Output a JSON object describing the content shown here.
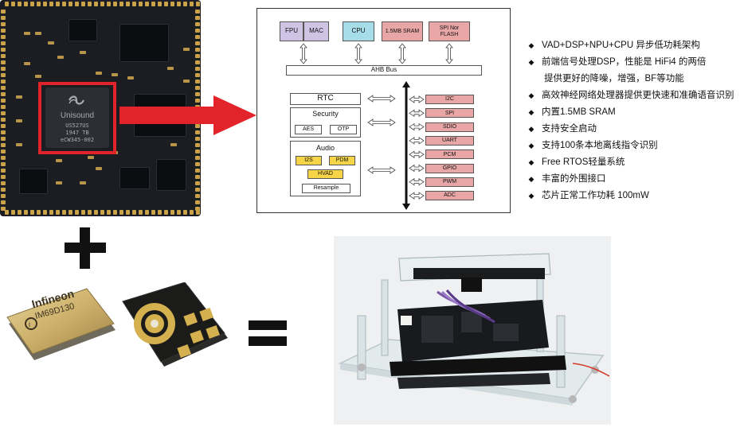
{
  "colors": {
    "highlight": "#e2232a",
    "block_purple": "#cfc4e3",
    "block_cyan": "#a6dde8",
    "block_pink": "#e8a6a6",
    "block_yellow": "#f5d447"
  },
  "module": {
    "chip_logo": "unisound-logo-icon",
    "chip_brand": "Unisound",
    "chip_part": "US527US",
    "chip_line2": "1947 TB",
    "chip_line3": "eCW345-002"
  },
  "diagram": {
    "top_blocks": {
      "fpu": "FPU",
      "mac": "MAC",
      "cpu": "CPU",
      "sram": "1.5MB SRAM",
      "spi_nor_line1": "SPI Nor",
      "spi_nor_line2": "FLASH"
    },
    "bus": "AHB Bus",
    "rtc": "RTC",
    "security": {
      "label": "Security",
      "aes": "AES",
      "otp": "OTP"
    },
    "audio": {
      "label": "Audio",
      "i2s": "I2S",
      "pdm": "PDM",
      "hvad": "HVAD",
      "resample": "Resample"
    },
    "peripherals": [
      "I2C",
      "SPI",
      "SDIO",
      "UART",
      "PCM",
      "GPIO",
      "PWM",
      "ADC"
    ]
  },
  "features": [
    {
      "text": "VAD+DSP+NPU+CPU 异步低功耗架构",
      "bullet": true
    },
    {
      "text": "前端信号处理DSP，性能是 HiFi4 的两倍",
      "bullet": true
    },
    {
      "text": "提供更好的降噪，增强，BF等功能",
      "bullet": false
    },
    {
      "text": "高效神经网络处理器提供更快速和准确语音识别",
      "bullet": true
    },
    {
      "text": "内置1.5MB SRAM",
      "bullet": true
    },
    {
      "text": "支持安全启动",
      "bullet": true
    },
    {
      "text": "支持100条本地离线指令识别",
      "bullet": true
    },
    {
      "text": "Free RTOS轻量系统",
      "bullet": true
    },
    {
      "text": "丰富的外围接口",
      "bullet": true
    },
    {
      "text": "芯片正常工作功耗 100mW",
      "bullet": true
    }
  ],
  "bullet_symbol": "◆",
  "microphone": {
    "brand": "Infineon",
    "part": "IM69D130"
  }
}
